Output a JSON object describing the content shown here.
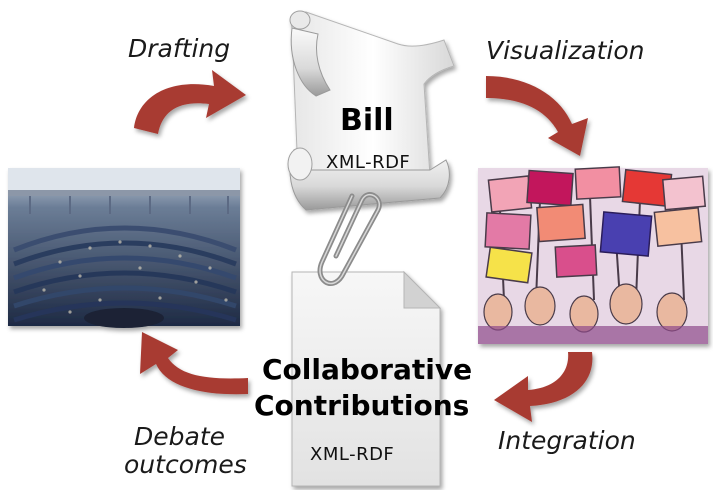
{
  "cycle": {
    "drafting_label": "Drafting",
    "visualization_label": "Visualization",
    "integration_label": "Integration",
    "debate_label_line1": "Debate",
    "debate_label_line2": "outcomes"
  },
  "bill": {
    "title": "Bill",
    "format": "XML-RDF"
  },
  "contributions": {
    "title_line1": "Collaborative",
    "title_line2": "Contributions",
    "format": "XML-RDF"
  },
  "colors": {
    "arrow": "#a83a32",
    "arrow_shadow": "#5a1a16",
    "paper": "#f4f4f4",
    "paper_edge": "#b5b5b5"
  },
  "images": {
    "left": "parliament-hemicycle-photo",
    "right": "protest-signs-illustration"
  }
}
